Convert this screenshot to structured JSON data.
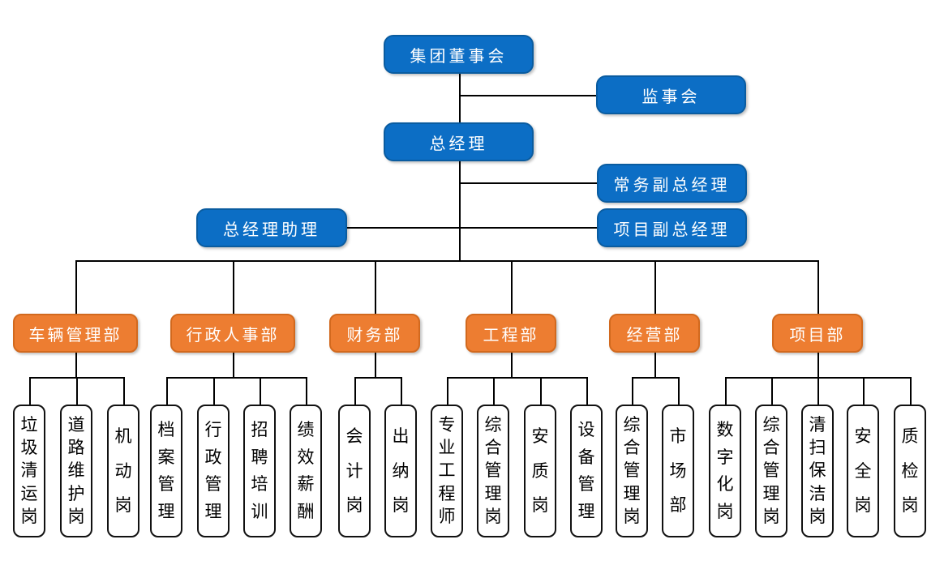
{
  "colors": {
    "executive_fill": "#0C6EC5",
    "executive_border": "#0A5CA0",
    "department_fill": "#ED7D31",
    "department_border": "#D2691E",
    "post_fill": "#FFFFFF",
    "post_border": "#111111",
    "connector": "#000000"
  },
  "executives": {
    "board": "集团董事会",
    "supervisory": "监事会",
    "general_manager": "总经理",
    "deputy_general_manager_executive": "常务副总经理",
    "general_manager_assistant": "总经理助理",
    "deputy_general_manager_project": "项目副总经理"
  },
  "departments": [
    {
      "name": "车辆管理部",
      "posts": [
        "垃圾清运岗",
        "道路维护岗",
        "机动岗"
      ]
    },
    {
      "name": "行政人事部",
      "posts": [
        "档案管理",
        "行政管理",
        "招聘培训",
        "绩效薪酬"
      ]
    },
    {
      "name": "财务部",
      "posts": [
        "会计岗",
        "出纳岗"
      ]
    },
    {
      "name": "工程部",
      "posts": [
        "专业工程师",
        "综合管理岗",
        "安质岗",
        "设备管理"
      ]
    },
    {
      "name": "经营部",
      "posts": [
        "综合管理岗",
        "市场部"
      ]
    },
    {
      "name": "项目部",
      "posts": [
        "数字化岗",
        "综合管理岗",
        "清扫保洁岗",
        "安全岗",
        "质检岗"
      ]
    }
  ]
}
